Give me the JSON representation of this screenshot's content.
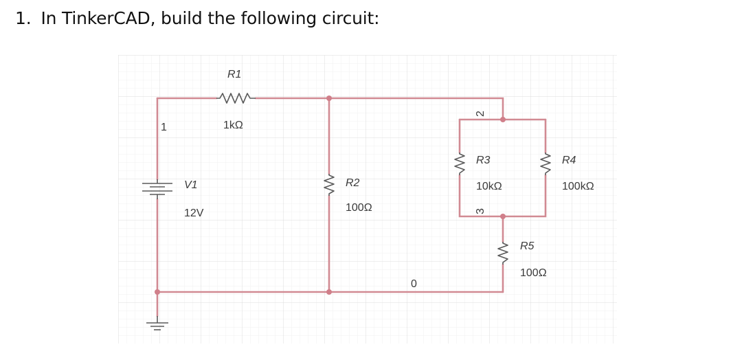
{
  "question": {
    "number": "1.",
    "text": "In TinkerCAD, build the following circuit:"
  },
  "components": {
    "r1": {
      "name": "R1",
      "value": "1kΩ"
    },
    "v1": {
      "name": "V1",
      "value": "12V"
    },
    "r2": {
      "name": "R2",
      "value": "100Ω"
    },
    "r3": {
      "name": "R3",
      "value": "10kΩ"
    },
    "r4": {
      "name": "R4",
      "value": "100kΩ"
    },
    "r5": {
      "name": "R5",
      "value": "100Ω"
    }
  },
  "nodes": {
    "n1": "1",
    "n2": "2",
    "n3": "3",
    "n0": "0"
  },
  "colors": {
    "wire": "#d18a93",
    "node": "#d07f8a",
    "grid_minor": "#f1f1f1",
    "grid_major": "#dedede"
  }
}
